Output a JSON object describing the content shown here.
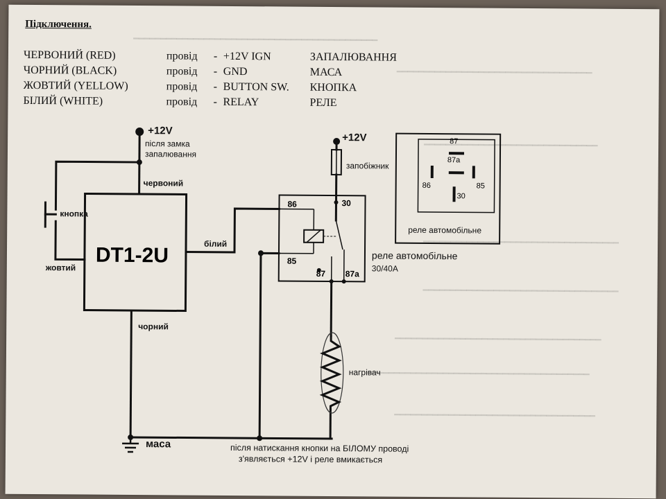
{
  "heading": "Підключення.",
  "wires": [
    {
      "color": "ЧЕРВОНИЙ  (RED)",
      "type": "провід",
      "signal": "+12V IGN",
      "meaning": "ЗАПАЛЮВАННЯ"
    },
    {
      "color": "ЧОРНИЙ  (BLACK)",
      "type": "провід",
      "signal": "GND",
      "meaning": "МАСА"
    },
    {
      "color": "ЖОВТИЙ (YELLOW)",
      "type": "провід",
      "signal": "BUTTON SW.",
      "meaning": "КНОПКА"
    },
    {
      "color": "БІЛИЙ     (WHITE)",
      "type": "провід",
      "signal": "RELAY",
      "meaning": "РЕЛЕ"
    }
  ],
  "diagram": {
    "power_top": "+12V",
    "power_top_note_1": "після замка",
    "power_top_note_2": "запалювання",
    "wire_red": "червоний",
    "button": "кнопка",
    "wire_yellow": "жовтий",
    "unit": "DT1-2U",
    "wire_white": "білий",
    "wire_black": "чорний",
    "ground": "маса",
    "relay_power": "+12V",
    "fuse": "запобіжник",
    "relay_label": "реле  автомобільне",
    "relay_rating": "30/40A",
    "pin_86": "86",
    "pin_85": "85",
    "pin_30": "30",
    "pin_87": "87",
    "pin_87a": "87a",
    "heater": "нагрівач",
    "note_1": "після натискання кнопки на БІЛОМУ проводі",
    "note_2": "з'являється  +12V  і реле вмикається",
    "inset_caption": "реле автомобільне",
    "inset_pin_87": "87",
    "inset_pin_87a": "87a",
    "inset_pin_86": "86",
    "inset_pin_85": "85",
    "inset_pin_30": "30"
  }
}
